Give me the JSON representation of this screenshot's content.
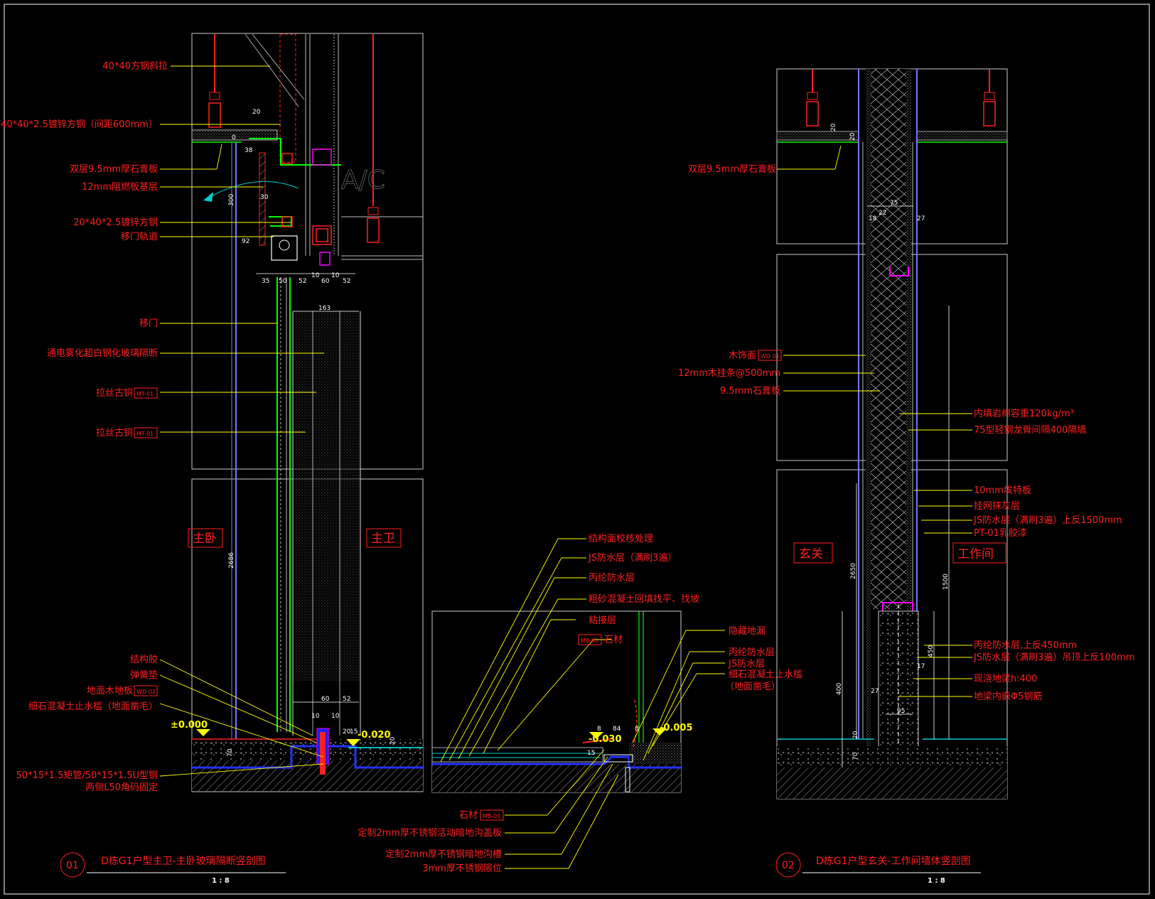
{
  "colors": {
    "background": "#000000",
    "frame": "#ffffff",
    "label": "#ff2020",
    "leader": "#ffff00",
    "glass_frame": "#00ff00",
    "wall_line": "#7777ff",
    "water_layer": "#2233ff",
    "accent_magenta": "#ff00ff",
    "axis_cyan": "#00ffff"
  },
  "left_section": {
    "top_labels": [
      "40*40方钢斜拉",
      "40*40*2.5镀锌方钢（间距600mm）",
      "双层9.5mm厚石膏板",
      "12mm阻燃板基层",
      "20*40*2.5镀锌方钢",
      "移门轨道"
    ],
    "mid_labels": [
      "移门",
      "通电雾化超白钢化玻璃隔断",
      "拉丝古铜",
      "拉丝古铜"
    ],
    "tag_mt": "MT-01",
    "tag_wd": "WD-02",
    "rooms": [
      "主卧",
      "主卫"
    ],
    "bottom_labels": [
      "结构胶",
      "弹簧垫",
      "地面木地板",
      "细石混凝土止水槛（地面凿毛）",
      "50*15*1.5矩管/50*15*1.5U型钢",
      "两侧L50角码固定"
    ],
    "levels": [
      "±0.000",
      "-0.020"
    ],
    "dims": [
      "20",
      "0",
      "38",
      "30",
      "300",
      "92",
      "35",
      "50",
      "52",
      "10",
      "10",
      "60",
      "52",
      "163",
      "2686",
      "10",
      "10",
      "60",
      "52",
      "70",
      "20",
      "20",
      "15"
    ],
    "watermark": "A/C",
    "title_no": "01",
    "title": "D栋G1户型主卫-主卧玻璃隔断竖剖图",
    "scale": "1 : 8"
  },
  "middle_section": {
    "labels": [
      "结构面校核处理",
      "JS防水层（满刷3遍）",
      "丙纶防水层",
      "粗砂混凝土回填找平、找坡",
      "粘接层",
      "石材",
      "隐藏地漏",
      "丙纶防水层",
      "JS防水层",
      "细石混凝土止水槛",
      "（地面凿毛）"
    ],
    "bottom_labels": [
      "石材",
      "定制2mm厚不锈钢活动暗地沟盖板",
      "定制2mm厚不锈钢暗地沟槽",
      "3mm厚不锈钢限位"
    ],
    "tag_mb": "MB-01",
    "levels": [
      "-0.030",
      "-0.005"
    ],
    "dims": [
      "8",
      "84",
      "8",
      "15"
    ]
  },
  "right_section": {
    "top_label": "双层9.5mm厚石膏板",
    "mid_labels": [
      "木饰面",
      "12mm木挂条@500mm",
      "9.5mm石膏板"
    ],
    "tag_wd": "WD-01",
    "core_labels": [
      "内填岩棉容重120kg/m³",
      "75型轻钢龙骨间隔400隔墙"
    ],
    "right_labels": [
      "10mm埃特板",
      "挂网抹灰层",
      "JS防水层（满刷3遍）上反1500mm",
      "PT-01乳胶漆",
      "丙纶防水层,上反450mm",
      "JS防水层（满刷3遍）吊顶上反100mm",
      "现浇地梁h:400",
      "地梁内嵌Φ5钢筋"
    ],
    "rooms": [
      "玄关",
      "工作间"
    ],
    "dims": [
      "20",
      "20",
      "75",
      "18",
      "22",
      "27",
      "2650",
      "1500",
      "450",
      "17",
      "27",
      "400",
      "95",
      "20",
      "70"
    ],
    "title_no": "02",
    "title": "D栋G1户型玄关-工作间墙体竖剖图",
    "scale": "1 : 8"
  }
}
